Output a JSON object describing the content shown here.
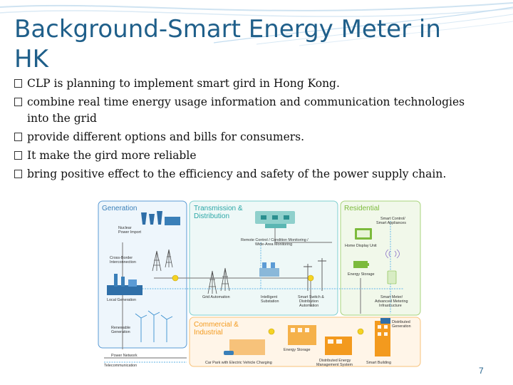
{
  "slide": {
    "title": "Background-Smart Energy Meter in HK",
    "bullets": [
      "CLP is planning to implement smart gird in Hong Kong.",
      "combine real time energy usage information and communication technologies into the grid",
      "provide different options and bills for consumers.",
      "It make the gird more reliable",
      "bring positive effect to the efficiency and safety of the power supply chain."
    ],
    "page_number": "7"
  },
  "diagram": {
    "sections": {
      "generation": "Generation",
      "transmission_line1": "Transmission &",
      "transmission_line2": "Distribution",
      "residential": "Residential",
      "commercial_line1": "Commercial &",
      "commercial_line2": "Industrial"
    },
    "labels": {
      "nuclear_1": "Nuclear",
      "nuclear_2": "Power Import",
      "crossborder_1": "Cross-Border",
      "crossborder_2": "Interconnection",
      "local_generation": "Local Generation",
      "renewable_1": "Renewable",
      "renewable_2": "Generation",
      "power_network": "Power Network",
      "telecommunication": "Telecommunication",
      "remote_1": "Remote Control / Condition Monitoring /",
      "remote_2": "Wide-Area Monitoring",
      "grid_automation": "Grid Automation",
      "intelligent_1": "Intelligent",
      "intelligent_2": "Substation",
      "smart_switch_1": "Smart Switch &",
      "smart_switch_2": "Distribution",
      "smart_switch_3": "Automation",
      "smart_control_1": "Smart Control/",
      "smart_control_2": "Smart Appliances",
      "home_display": "Home Display Unit",
      "energy_storage_res": "Energy Storage",
      "smart_meter_1": "Smart Meter/",
      "smart_meter_2": "Advanced Metering",
      "smart_meter_3": "Infrastructure",
      "distributed_gen_1": "Distributed",
      "distributed_gen_2": "Generation",
      "energy_storage_com": "Energy Storage",
      "car_park": "Car Park with Electric Vehicle Charging",
      "dems_1": "Distributed Energy",
      "dems_2": "Management System",
      "smart_building": "Smart Building"
    },
    "colors": {
      "generation_border": "#5b9bd5",
      "generation_head": "#3a7fb8",
      "transmission_head": "#2aa6a6",
      "residential_head": "#7cba3c",
      "commercial_head": "#f39a1e",
      "power_line": "#8a8a8a",
      "telecom_line": "#7dc2ea"
    }
  }
}
